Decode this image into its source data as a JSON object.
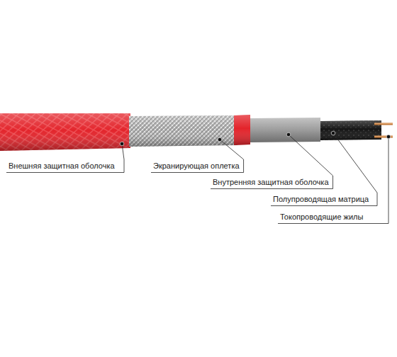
{
  "diagram": {
    "labels": [
      "Внешняя защитная оболочка",
      "Экранирующая оплетка",
      "Внутренняя защитная оболочка",
      "Полупроводящая матрица",
      "Токопроводящие жилы"
    ]
  }
}
